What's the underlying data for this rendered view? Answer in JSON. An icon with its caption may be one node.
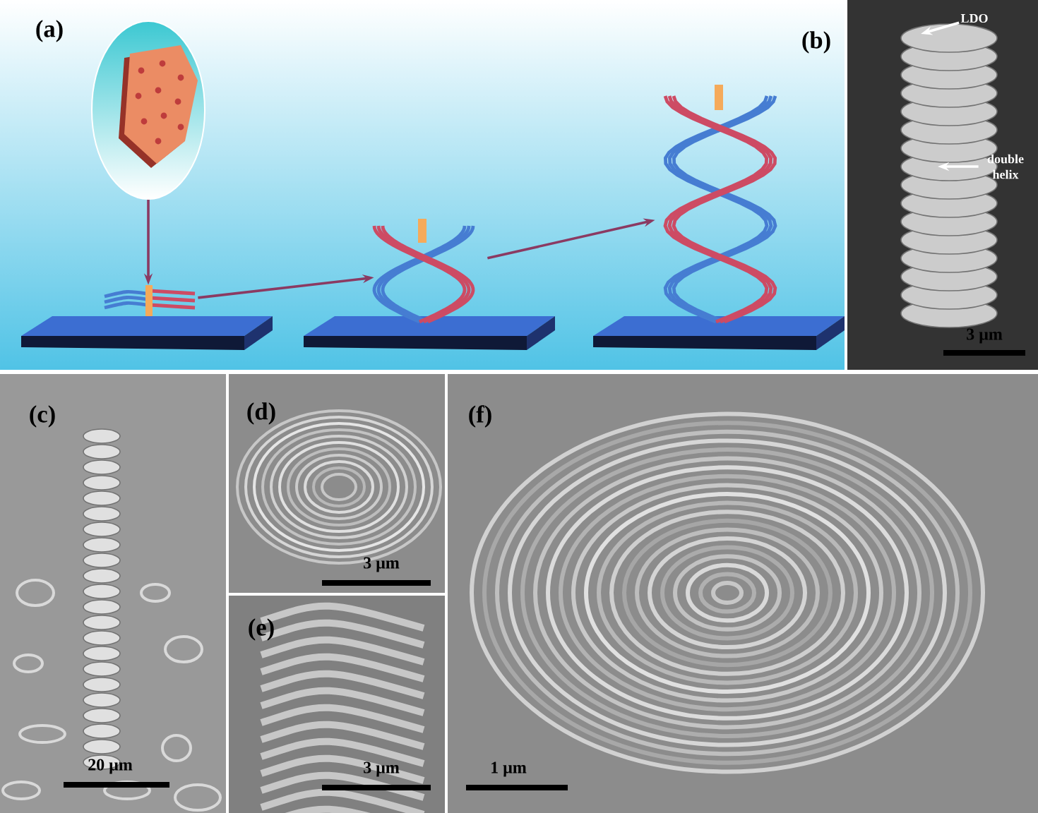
{
  "diagram": {
    "nodes": [
      {
        "text": [],
        "shape": "picture"
      },
      {
        "text": [],
        "shape": "picture"
      },
      {
        "text": [],
        "shape": "picture"
      },
      {
        "text": [],
        "shape": "picture"
      },
      {
        "text": [
          "LDO"
        ]
      },
      {
        "text": [
          "double helix"
        ]
      }
    ],
    "edges": [
      {
        "from": 0,
        "to": 1,
        "arrow": "to"
      },
      {
        "from": 1,
        "to": 2,
        "arrow": "to"
      },
      {
        "from": 2,
        "to": 3,
        "arrow": "to"
      },
      {
        "from": 4,
        "to": null,
        "arrow": "to",
        "color": "#ffffff"
      },
      {
        "from": 5,
        "to": null,
        "arrow": "to",
        "color": "#ffffff"
      }
    ],
    "labels": [
      "(a)",
      "(b)",
      "3 μm",
      "(c)",
      "(d)",
      "3 μm",
      "(f)",
      "(e)",
      "3 μm",
      "20 μm",
      "1 μm"
    ]
  }
}
